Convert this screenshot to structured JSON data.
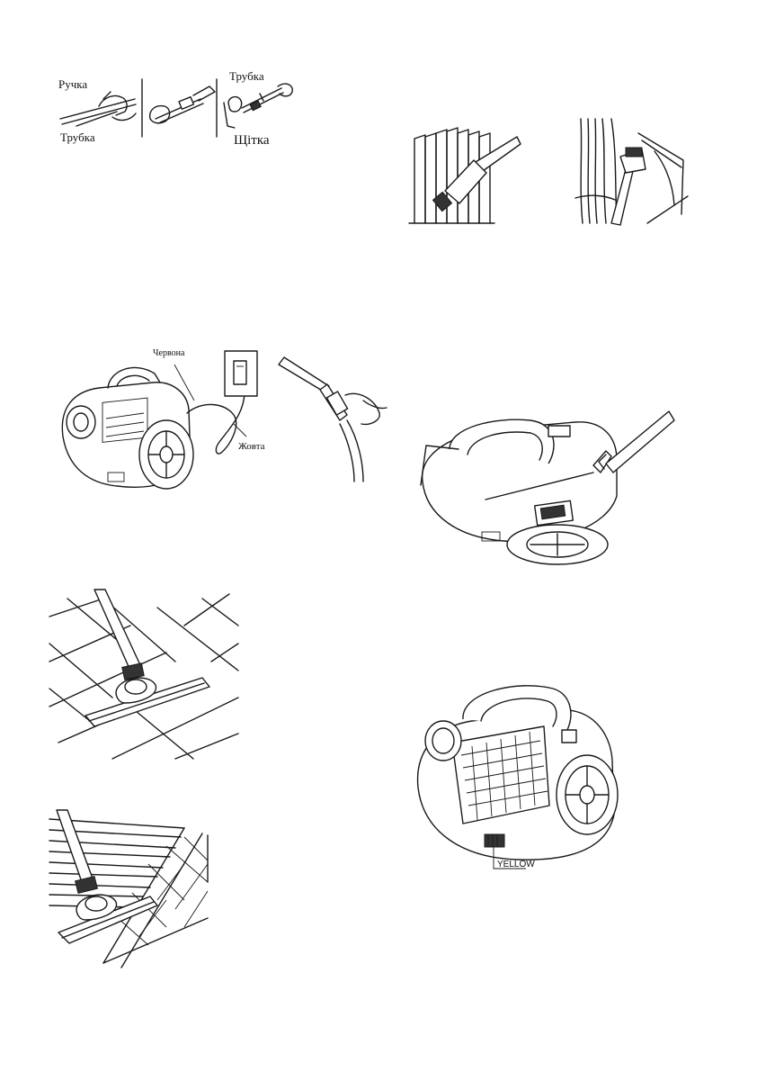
{
  "assembly": {
    "label_handle": "Ручка",
    "label_tube_left": "Трубка",
    "label_tube_right": "Трубка",
    "label_brush": "Щітка"
  },
  "cord": {
    "label_red": "Червона",
    "label_yellow": "Жовта"
  },
  "cord_button": {
    "label_yellow": "YELLOW"
  }
}
